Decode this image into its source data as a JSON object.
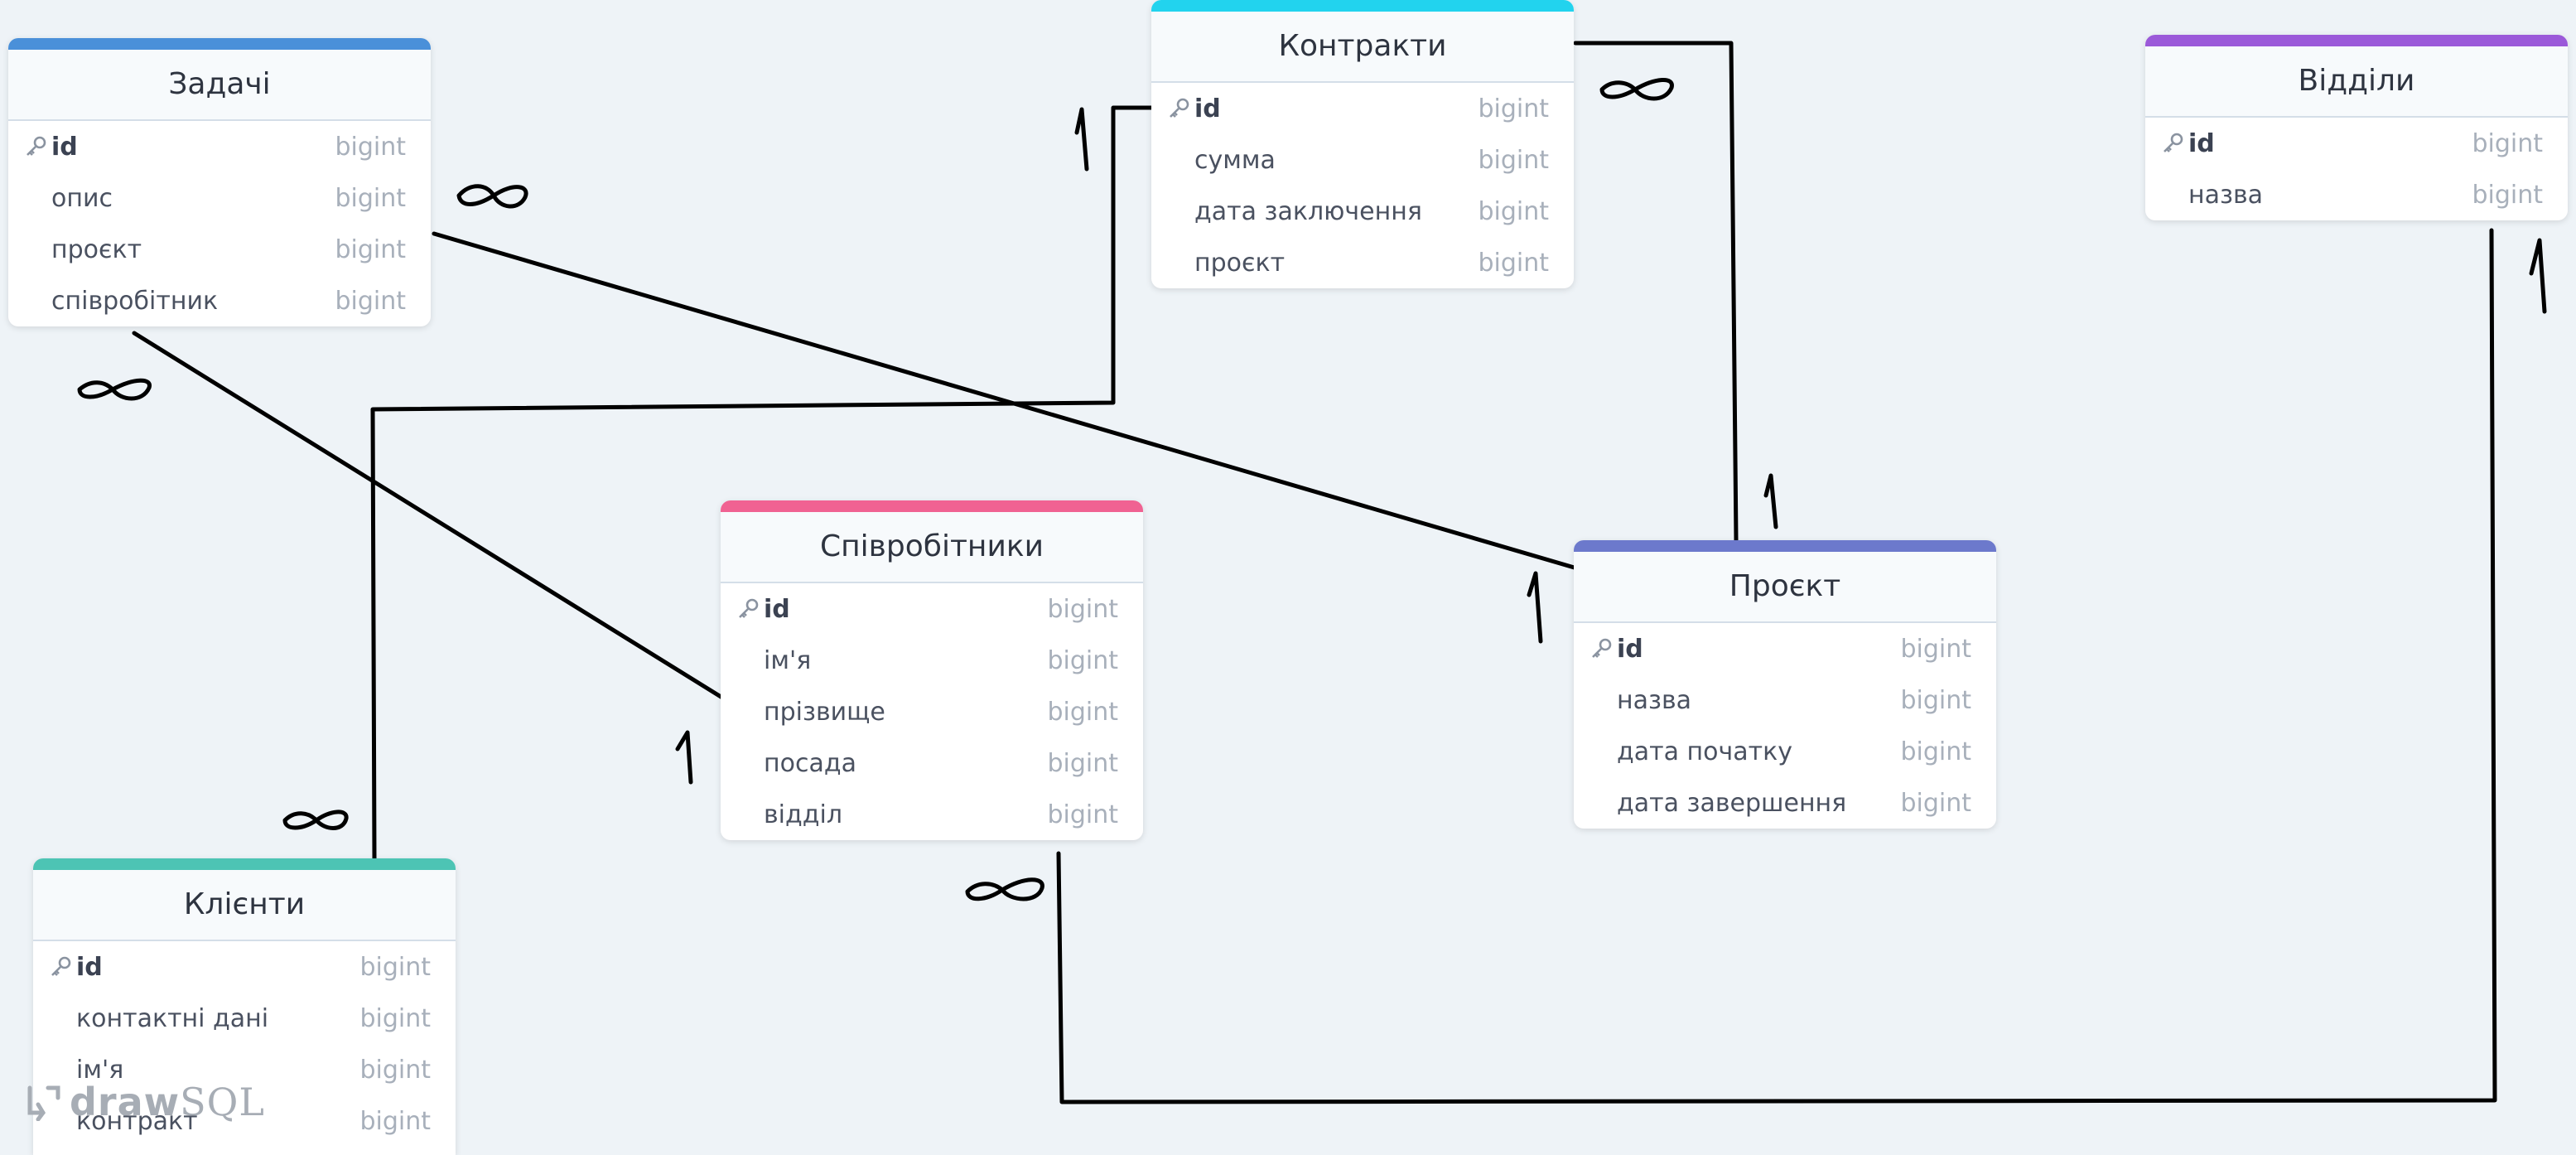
{
  "tables": [
    {
      "id": "tasks",
      "title": "Задачі",
      "color": "#4a90d9",
      "columns": [
        {
          "name": "id",
          "type": "bigint",
          "pk": true
        },
        {
          "name": "опис",
          "type": "bigint",
          "pk": false
        },
        {
          "name": "проєкт",
          "type": "bigint",
          "pk": false
        },
        {
          "name": "співробітник",
          "type": "bigint",
          "pk": false
        }
      ]
    },
    {
      "id": "contracts",
      "title": "Контракти",
      "color": "#22d3ee",
      "columns": [
        {
          "name": "id",
          "type": "bigint",
          "pk": true
        },
        {
          "name": "сумма",
          "type": "bigint",
          "pk": false
        },
        {
          "name": "дата заключення",
          "type": "bigint",
          "pk": false
        },
        {
          "name": "проєкт",
          "type": "bigint",
          "pk": false
        }
      ]
    },
    {
      "id": "departments",
      "title": "Відділи",
      "color": "#9b59d9",
      "columns": [
        {
          "name": "id",
          "type": "bigint",
          "pk": true
        },
        {
          "name": "назва",
          "type": "bigint",
          "pk": false
        }
      ]
    },
    {
      "id": "employees",
      "title": "Співробітники",
      "color": "#f06292",
      "columns": [
        {
          "name": "id",
          "type": "bigint",
          "pk": true
        },
        {
          "name": "ім'я",
          "type": "bigint",
          "pk": false
        },
        {
          "name": "прізвище",
          "type": "bigint",
          "pk": false
        },
        {
          "name": "посада",
          "type": "bigint",
          "pk": false
        },
        {
          "name": "відділ",
          "type": "bigint",
          "pk": false
        }
      ]
    },
    {
      "id": "project",
      "title": "Проєкт",
      "color": "#6c79cc",
      "columns": [
        {
          "name": "id",
          "type": "bigint",
          "pk": true
        },
        {
          "name": "назва",
          "type": "bigint",
          "pk": false
        },
        {
          "name": "дата початку",
          "type": "bigint",
          "pk": false
        },
        {
          "name": "дата завершення",
          "type": "bigint",
          "pk": false
        }
      ]
    },
    {
      "id": "clients",
      "title": "Клієнти",
      "color": "#4dc4b4",
      "columns": [
        {
          "name": "id",
          "type": "bigint",
          "pk": true
        },
        {
          "name": "контактні дані",
          "type": "bigint",
          "pk": false
        },
        {
          "name": "ім'я",
          "type": "bigint",
          "pk": false
        },
        {
          "name": "контракт",
          "type": "bigint",
          "pk": false
        }
      ]
    }
  ],
  "watermark": {
    "bold": "draw",
    "regular": "SQL"
  }
}
